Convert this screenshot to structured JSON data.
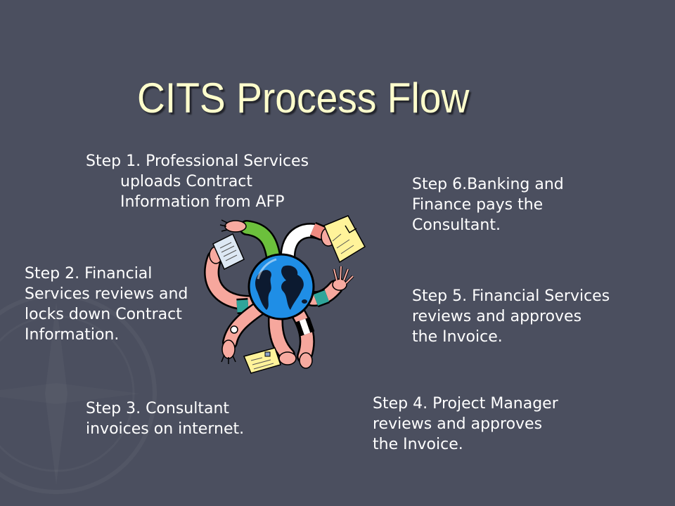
{
  "slide": {
    "title": "CITS Process Flow",
    "background_color": "#4b4f5f",
    "title_color": "#ffffcc",
    "text_color": "#ffffff"
  },
  "steps": [
    {
      "lines": [
        "Step 1. Professional Services",
        "uploads Contract",
        "Information from AFP"
      ]
    },
    {
      "lines": [
        "Step 2. Financial",
        "Services reviews and",
        "locks down Contract",
        "Information."
      ]
    },
    {
      "lines": [
        "Step 3. Consultant",
        "invoices on internet."
      ]
    },
    {
      "lines": [
        "Step 4. Project Manager",
        "reviews and approves",
        "the Invoice."
      ]
    },
    {
      "lines": [
        "Step 5. Financial Services",
        "reviews and approves",
        "the Invoice."
      ]
    },
    {
      "lines": [
        "Step 6.Banking and",
        "Finance pays the",
        "Consultant."
      ]
    }
  ],
  "clipart": {
    "icon": "globe-with-hands-exchanging-documents-icon",
    "ocean_color": "#1f8ee6",
    "skin_color": "#f6a79d",
    "paper_color": "#fff39a"
  }
}
